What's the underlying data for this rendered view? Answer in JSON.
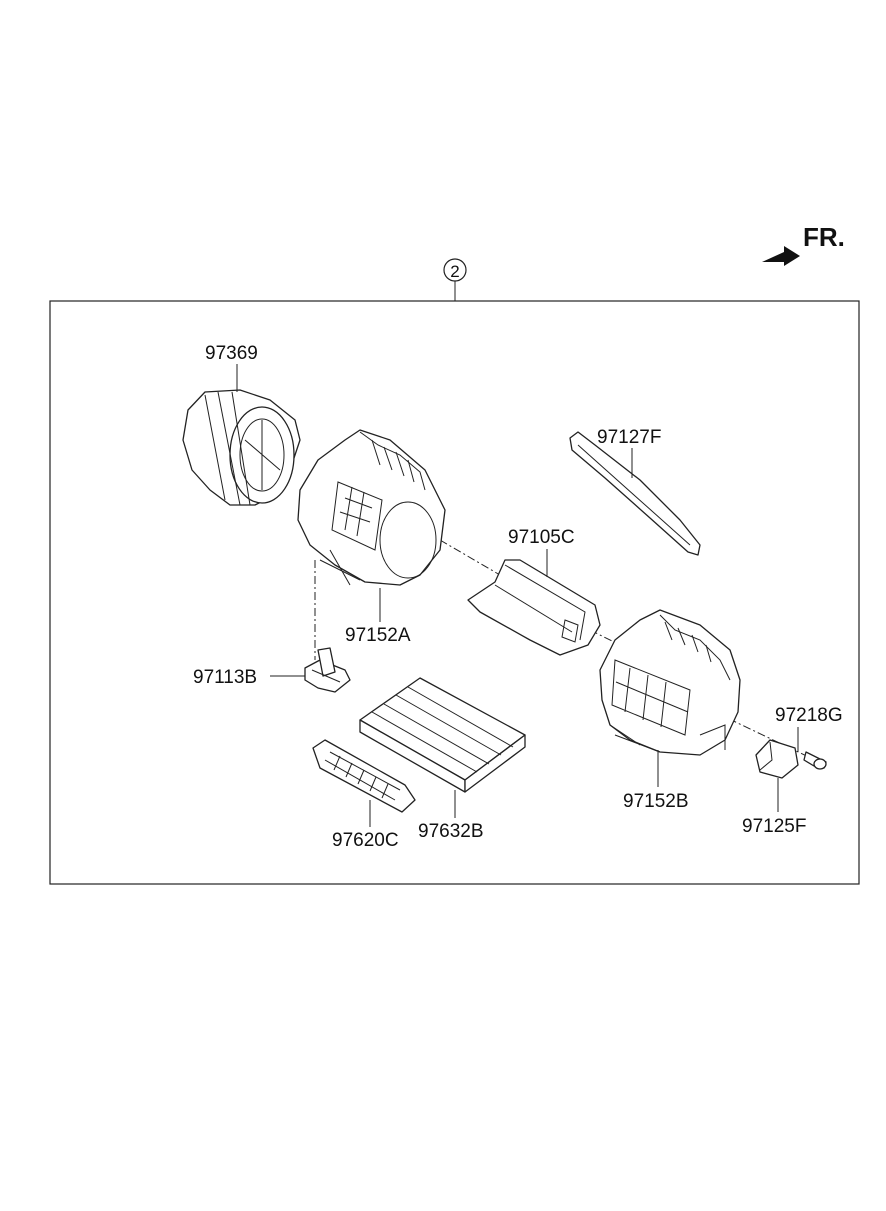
{
  "diagram": {
    "direction_label": "FR.",
    "assembly_ref": "2",
    "parts": {
      "p97369": "97369",
      "p97127F": "97127F",
      "p97105C": "97105C",
      "p97152A": "97152A",
      "p97113B": "97113B",
      "p97218G": "97218G",
      "p97152B": "97152B",
      "p97125F": "97125F",
      "p97620C": "97620C",
      "p97632B": "97632B"
    }
  }
}
